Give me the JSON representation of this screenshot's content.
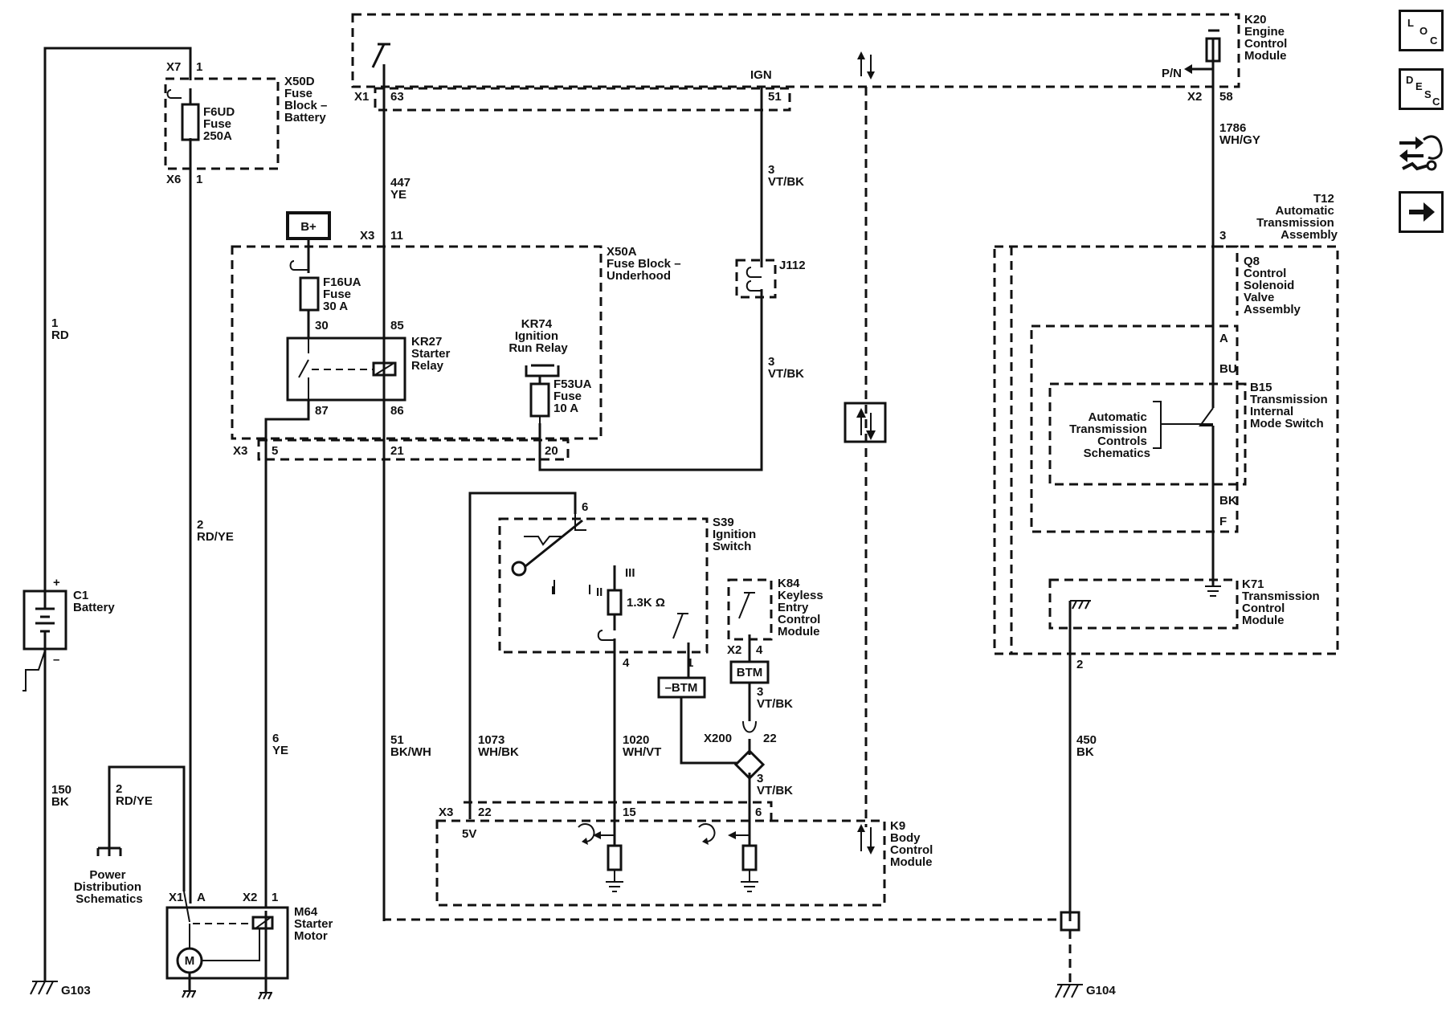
{
  "nav": {
    "loc": [
      "L",
      "O",
      "C"
    ],
    "desc": [
      "D",
      "E",
      "S",
      "C"
    ]
  },
  "modules": {
    "k20": [
      "K20",
      "Engine",
      "Control",
      "Module"
    ],
    "x50d": [
      "X50D",
      "Fuse",
      "Block –",
      "Battery"
    ],
    "f6ud": [
      "F6UD",
      "Fuse",
      "250A"
    ],
    "bplus": "B+",
    "x50a": [
      "X50A",
      "Fuse Block –",
      "Underhood"
    ],
    "f16ua": [
      "F16UA",
      "Fuse",
      "30 A"
    ],
    "kr27": [
      "KR27",
      "Starter",
      "Relay"
    ],
    "kr74": [
      "KR74",
      "Ignition",
      "Run Relay"
    ],
    "f53ua": [
      "F53UA",
      "Fuse",
      "10 A"
    ],
    "j112": "J112",
    "s39": [
      "S39",
      "Ignition",
      "Switch"
    ],
    "k84": [
      "K84",
      "Keyless",
      "Entry",
      "Control",
      "Module"
    ],
    "t12": [
      "T12",
      "Automatic",
      "Transmission",
      "Assembly"
    ],
    "q8": [
      "Q8",
      "Control",
      "Solenoid",
      "Valve",
      "Assembly"
    ],
    "b15": [
      "B15",
      "Transmission",
      "Internal",
      "Mode Switch"
    ],
    "ats": [
      "Automatic",
      "Transmission",
      "Controls",
      "Schematics"
    ],
    "k71": [
      "K71",
      "Transmission",
      "Control",
      "Module"
    ],
    "k9": [
      "K9",
      "Body",
      "Control",
      "Module"
    ],
    "m64": [
      "M64",
      "Starter",
      "Motor"
    ],
    "c1": [
      "C1",
      "Battery"
    ],
    "pds": [
      "Power",
      "Distribution",
      "Schematics"
    ],
    "g103": "G103",
    "g104": "G104",
    "btm": "BTM",
    "neg_btm": "–BTM",
    "resistor": "1.3K Ω",
    "ign": "IGN",
    "pn": "P/N",
    "fivev": "5V",
    "motor": "M",
    "plus": "+",
    "minus": "–"
  },
  "wires": {
    "w1": [
      "1",
      "RD"
    ],
    "w447": [
      "447",
      "YE"
    ],
    "w3a": [
      "3",
      "VT/BK"
    ],
    "w3b": [
      "3",
      "VT/BK"
    ],
    "w1786": [
      "1786",
      "WH/GY"
    ],
    "w2a": [
      "2",
      "RD/YE"
    ],
    "w2b": [
      "2",
      "RD/YE"
    ],
    "w6": [
      "6",
      "YE"
    ],
    "w51": [
      "51",
      "BK/WH"
    ],
    "w1073": [
      "1073",
      "WH/BK"
    ],
    "w1020": [
      "1020",
      "WH/VT"
    ],
    "w3c": [
      "3",
      "VT/BK"
    ],
    "w3d": [
      "3",
      "VT/BK"
    ],
    "w150": [
      "150",
      "BK"
    ],
    "w450": [
      "450",
      "BK"
    ]
  },
  "pins": {
    "x7": "X7",
    "x6": "X6",
    "x1": "X1",
    "x2": "X2",
    "x3": "X3",
    "x200": "X200",
    "p1": "1",
    "p2": "2",
    "p3": "3",
    "p4": "4",
    "p5": "5",
    "p6": "6",
    "p11": "11",
    "p15": "15",
    "p20": "20",
    "p21": "21",
    "p22": "22",
    "p30": "30",
    "p51": "51",
    "p58": "58",
    "p63": "63",
    "p85": "85",
    "p86": "86",
    "p87": "87",
    "pA": "A",
    "pF": "F",
    "pBU": "BU",
    "pBK": "BK",
    "sI": "I",
    "sII": "II",
    "sIII": "III"
  }
}
